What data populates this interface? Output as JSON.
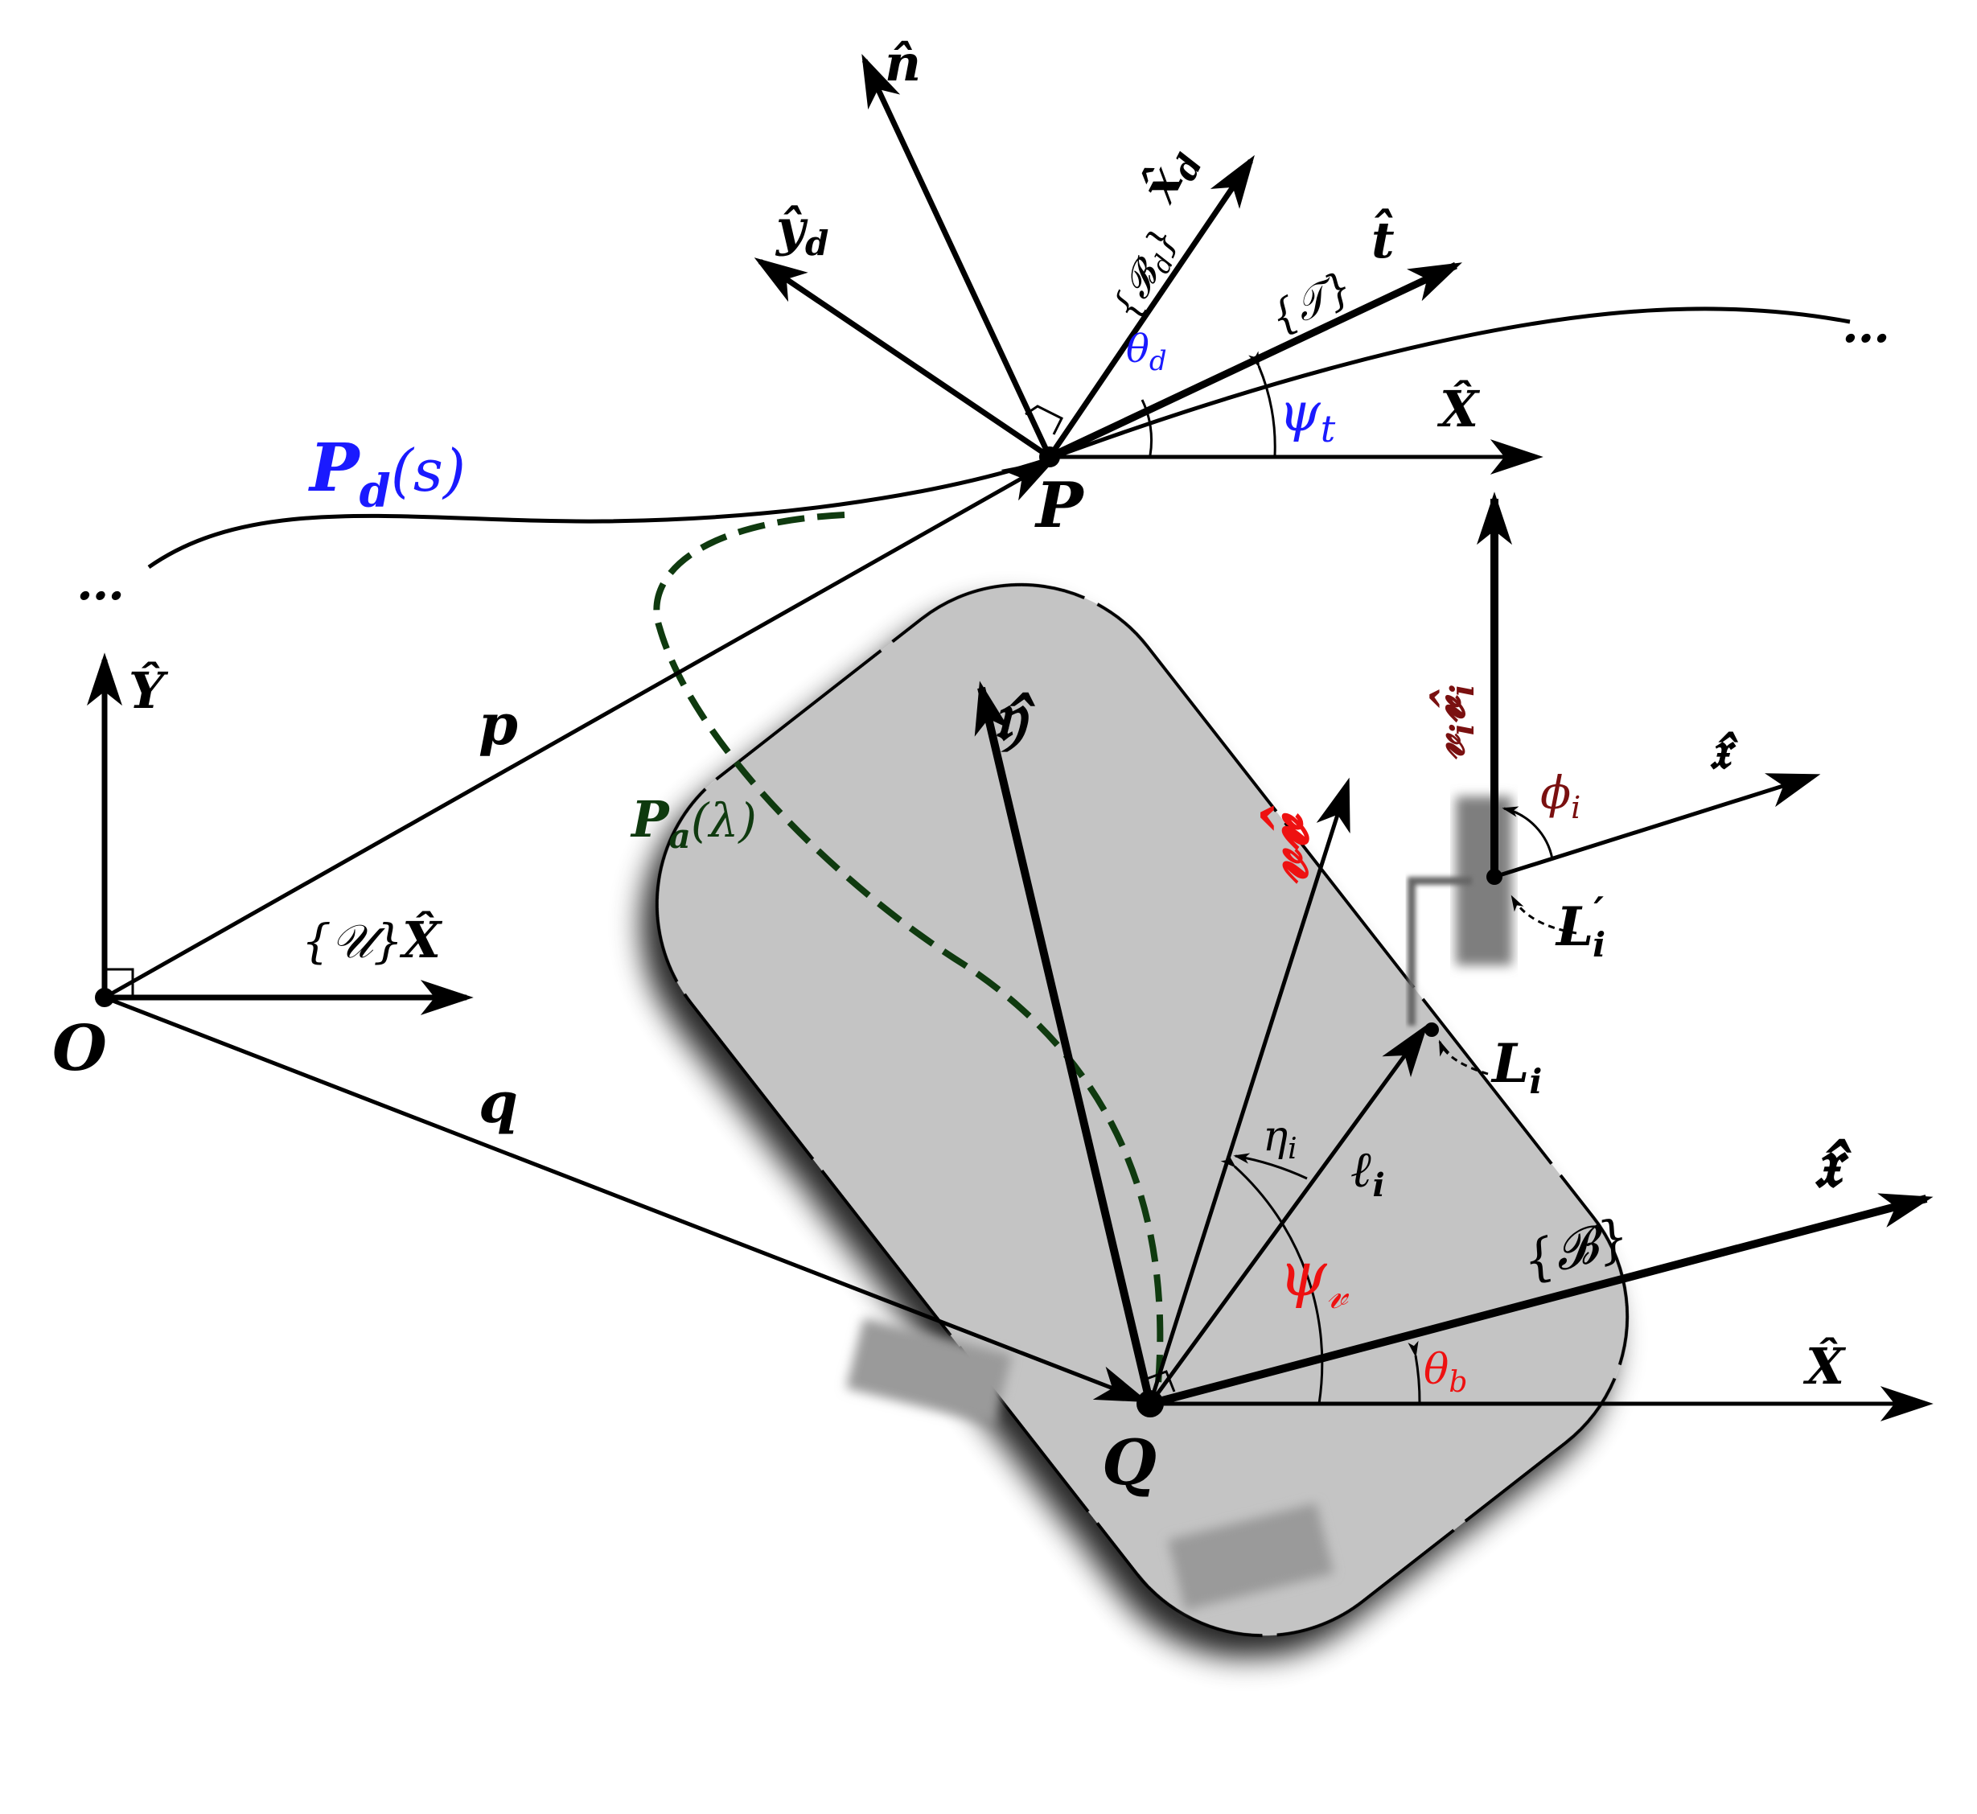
{
  "colors": {
    "black": "#000000",
    "blue": "#1a1aff",
    "red": "#ee1111",
    "dark_red": "#7a1010",
    "dark_green": "#0f3a0f",
    "body_gray": "#c4c4c4"
  },
  "points": {
    "O": "O",
    "P": "P",
    "Q": "Q",
    "L_i": "L",
    "L_i_sub": "i",
    "L_i_prime": "L",
    "L_i_prime_sub": "i",
    "L_i_prime_sup": "′"
  },
  "vectors": {
    "p": "p",
    "q": "q",
    "ell_i": "ℓ",
    "ell_i_sub": "i"
  },
  "curves": {
    "desired_path": "P",
    "desired_path_sub": "d",
    "desired_path_arg": "(s)",
    "actual_path": "P",
    "actual_path_sub": "a",
    "actual_path_arg": "(λ)",
    "ellipsis_left": "…",
    "ellipsis_right": "…"
  },
  "axes": {
    "world_X": "X̂",
    "world_Y": "Ŷ",
    "world_frame": "{𝒰}",
    "P_X": "X̂",
    "Q_X": "X̂",
    "n_hat": "n̂",
    "t_hat": "t̂",
    "y_d": "ŷ",
    "y_d_sub": "d",
    "x_d": "x̂",
    "x_d_sub": "d",
    "frame_Bd": "{𝓑",
    "frame_Bd_sub": "d",
    "frame_Bd_close": "}",
    "frame_T": "{𝒯}",
    "body_x": "𝔵̂",
    "body_y": "𝔶̂",
    "frame_B": "{𝓑}",
    "wheel_x": "𝔵̂",
    "wheel_v": "𝓋",
    "wheel_v_sub": "i",
    "wheel_vhat": "𝓿̂",
    "wheel_vhat_sub": "i",
    "body_v": "𝓋𝓿̂"
  },
  "angles": {
    "theta_d": "θ",
    "theta_d_sub": "d",
    "psi_t": "ψ",
    "psi_t_sub": "t",
    "psi_v": "ψ",
    "psi_v_sub": "𝓋",
    "theta_b": "θ",
    "theta_b_sub": "b",
    "eta_i": "η",
    "eta_i_sub": "i",
    "phi_i": "ϕ",
    "phi_i_sub": "i"
  }
}
